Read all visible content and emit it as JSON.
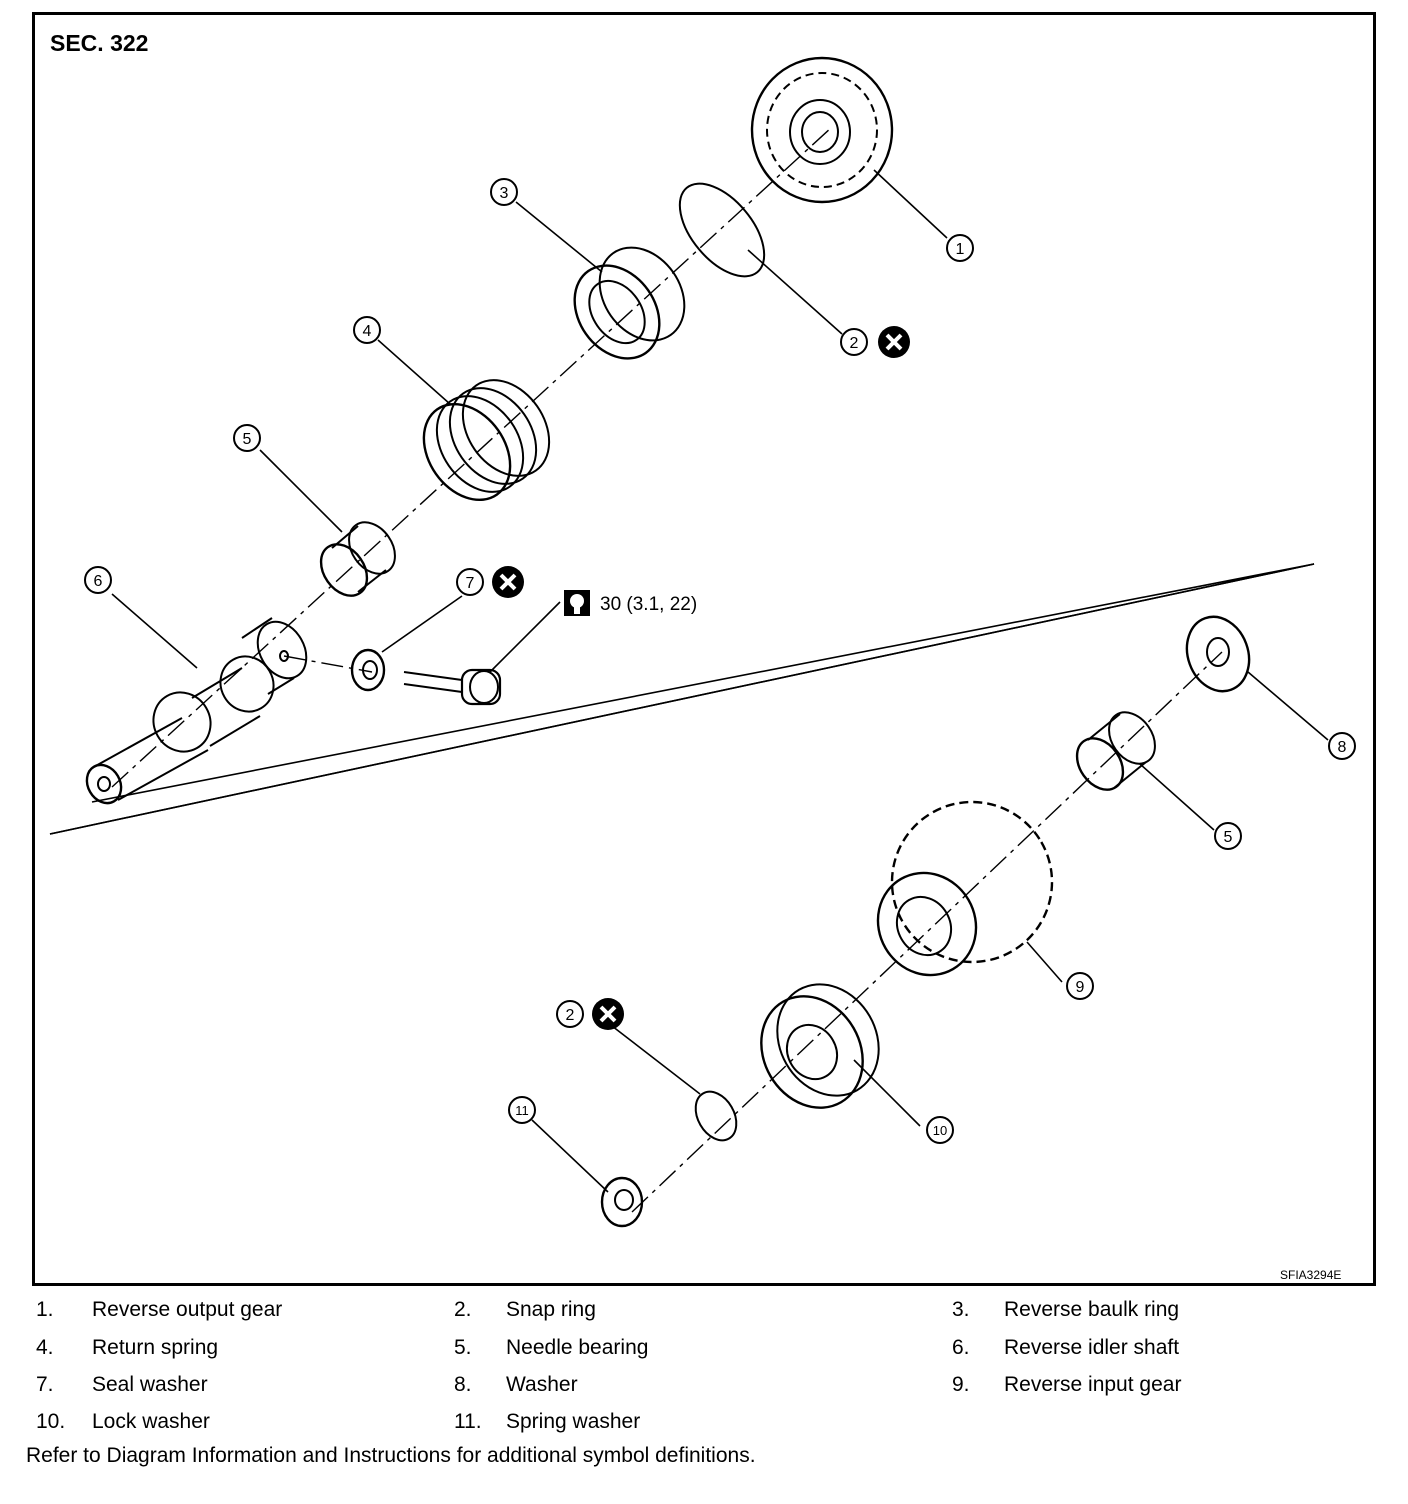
{
  "diagram": {
    "section": "SEC. 322",
    "ref_code": "SFIA3294E",
    "torque": "30 (3.1, 22)",
    "callouts": [
      "1",
      "2",
      "3",
      "4",
      "5",
      "6",
      "7",
      "8",
      "9",
      "10",
      "11"
    ]
  },
  "legend": [
    {
      "num": "1.",
      "label": "Reverse output gear"
    },
    {
      "num": "2.",
      "label": "Snap ring"
    },
    {
      "num": "3.",
      "label": "Reverse baulk ring"
    },
    {
      "num": "4.",
      "label": "Return spring"
    },
    {
      "num": "5.",
      "label": "Needle bearing"
    },
    {
      "num": "6.",
      "label": "Reverse idler shaft"
    },
    {
      "num": "7.",
      "label": "Seal washer"
    },
    {
      "num": "8.",
      "label": "Washer"
    },
    {
      "num": "9.",
      "label": "Reverse input gear"
    },
    {
      "num": "10.",
      "label": "Lock washer"
    },
    {
      "num": "11.",
      "label": "Spring washer"
    }
  ],
  "footnote": "Refer to Diagram Information and Instructions for additional symbol definitions."
}
